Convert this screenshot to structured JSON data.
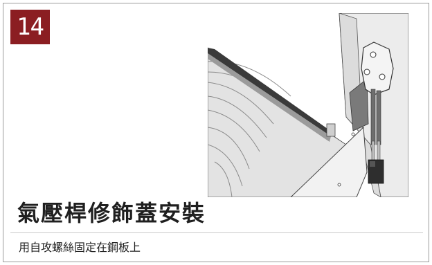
{
  "step": {
    "number": "14"
  },
  "title": "氣壓桿修飾蓋安裝",
  "subtitle": "用自攻螺絲固定在鋼板上",
  "illustration": {
    "subject": "3D render of bed frame with slatted base, side rail, headboard panel and gas strut assembly with mounting bracket",
    "colors": {
      "wood": "#d9d9d9",
      "rail": "#3a3a3a",
      "strut": "#6e6e6e",
      "panel": "#e8e8e8"
    }
  },
  "colors": {
    "badge": "#8b1e22",
    "text": "#1f1f1f",
    "border": "#9a9a9a"
  }
}
